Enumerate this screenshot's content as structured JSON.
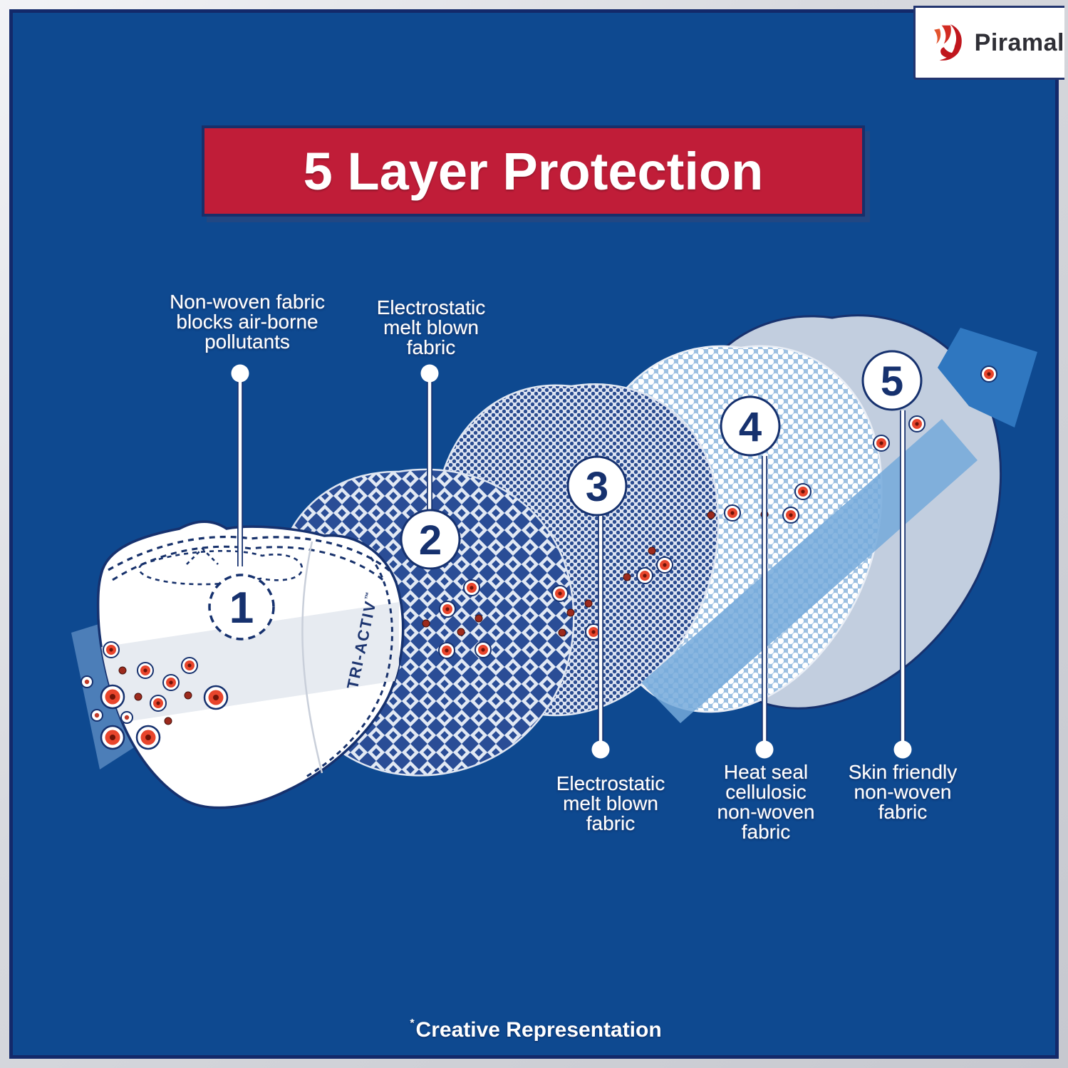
{
  "brand": {
    "name": "Piramal",
    "logo_icon": "piramal-flame-icon"
  },
  "header": {
    "title": "5 Layer Protection"
  },
  "layers": [
    {
      "number": "1",
      "label_position": "top",
      "label_lines": [
        "Non-woven fabric",
        "blocks air-borne",
        "pollutants"
      ]
    },
    {
      "number": "2",
      "label_position": "top",
      "label_lines": [
        "Electrostatic",
        "melt blown",
        "fabric"
      ]
    },
    {
      "number": "3",
      "label_position": "bottom",
      "label_lines": [
        "Electrostatic",
        "melt blown",
        "fabric"
      ]
    },
    {
      "number": "4",
      "label_position": "bottom",
      "label_lines": [
        "Heat seal",
        "cellulosic",
        "non-woven",
        "fabric"
      ]
    },
    {
      "number": "5",
      "label_position": "bottom",
      "label_lines": [
        "Skin friendly",
        "non-woven",
        "fabric"
      ]
    }
  ],
  "mask": {
    "brand_text": "TRI-ACTIV",
    "trademark": "™"
  },
  "footer": {
    "mark": "*",
    "text": "Creative Representation"
  },
  "colors": {
    "background_blue": "#0e4990",
    "frame_gray": "#d7d9de",
    "navy_outline": "#16316e",
    "banner_red": "#c01d38",
    "label_white": "#ffffff",
    "mesh_navy": "#2a4d96",
    "mesh_line_white": "#e2e9f4",
    "layer4_blue": "#9cc0e2",
    "layer5_gray_blue": "#c2cedf",
    "arrow_band_blue": "#74a9db",
    "arrow_head_blue": "#2f77c0",
    "particle_red": "#e8452c",
    "particle_core": "#701408"
  }
}
